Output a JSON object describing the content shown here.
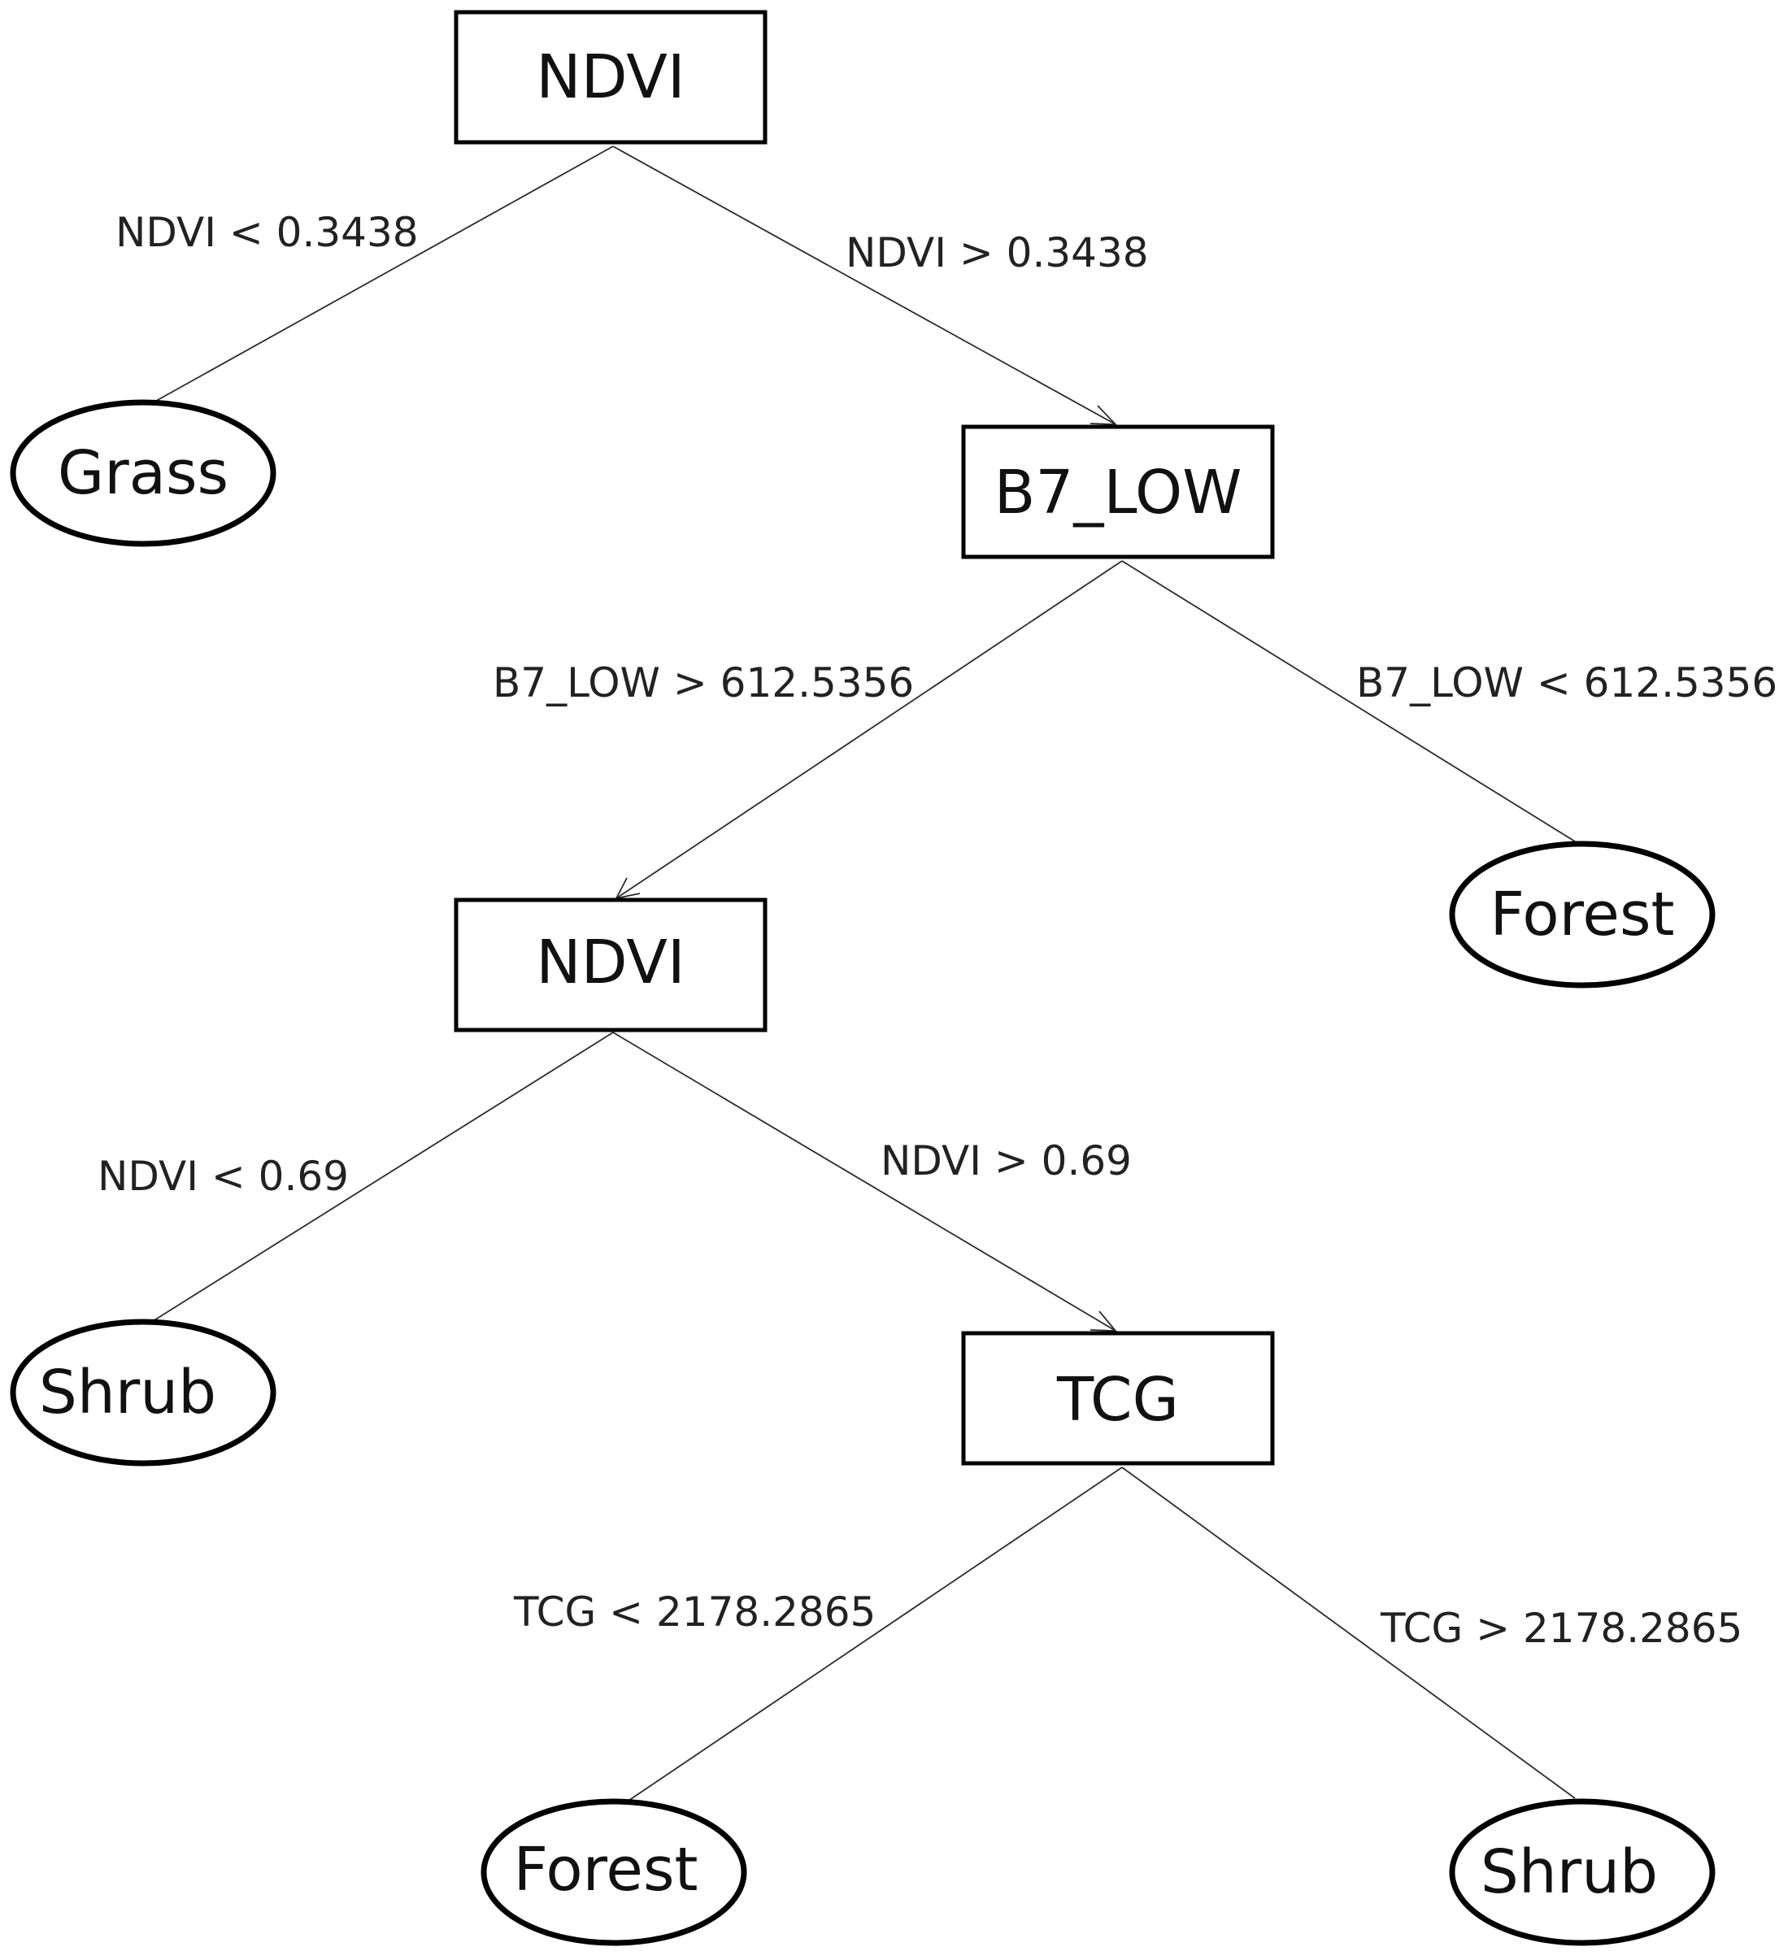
{
  "diagram": {
    "nodes": {
      "root": {
        "label": "NDVI",
        "kind": "split"
      },
      "grass": {
        "label": "Grass",
        "kind": "leaf"
      },
      "b7": {
        "label": "B7_LOW",
        "kind": "split"
      },
      "ndvi2": {
        "label": "NDVI",
        "kind": "split"
      },
      "forest1": {
        "label": "Forest",
        "kind": "leaf"
      },
      "shrub1": {
        "label": "Shrub",
        "kind": "leaf"
      },
      "tcg": {
        "label": "TCG",
        "kind": "split"
      },
      "forest2": {
        "label": "Forest",
        "kind": "leaf"
      },
      "shrub2": {
        "label": "Shrub",
        "kind": "leaf"
      }
    },
    "edges": {
      "root_grass": {
        "from": "root",
        "to": "grass",
        "label": "NDVI < 0.3438"
      },
      "root_b7": {
        "from": "root",
        "to": "b7",
        "label": "NDVI > 0.3438"
      },
      "b7_ndvi2": {
        "from": "b7",
        "to": "ndvi2",
        "label": "B7_LOW > 612.5356"
      },
      "b7_forest1": {
        "from": "b7",
        "to": "forest1",
        "label": "B7_LOW < 612.5356"
      },
      "ndvi2_shrub1": {
        "from": "ndvi2",
        "to": "shrub1",
        "label": "NDVI < 0.69"
      },
      "ndvi2_tcg": {
        "from": "ndvi2",
        "to": "tcg",
        "label": "NDVI > 0.69"
      },
      "tcg_forest2": {
        "from": "tcg",
        "to": "forest2",
        "label": "TCG < 2178.2865"
      },
      "tcg_shrub2": {
        "from": "tcg",
        "to": "shrub2",
        "label": "TCG > 2178.2865"
      }
    }
  }
}
